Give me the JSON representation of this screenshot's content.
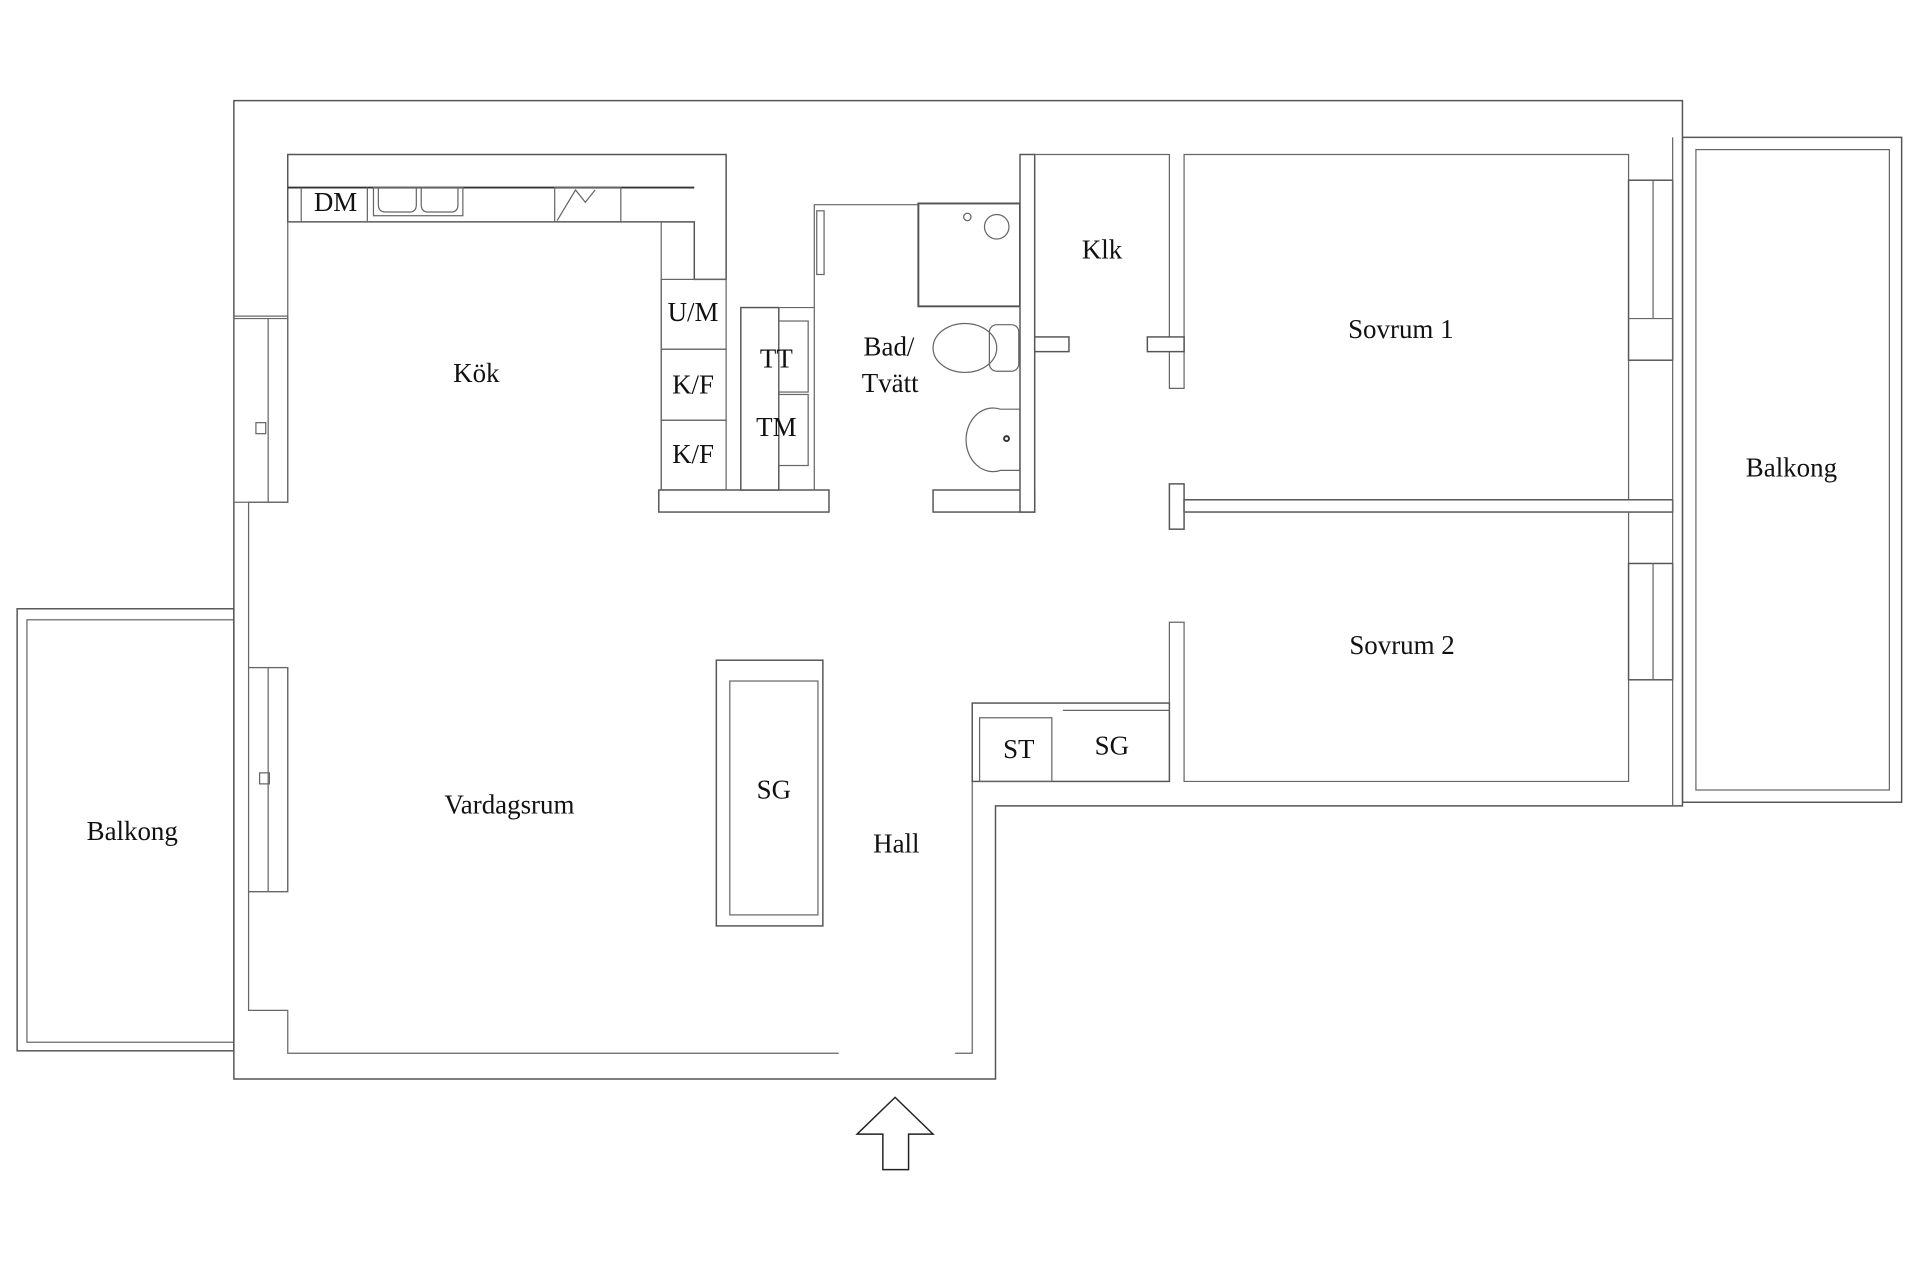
{
  "rooms": {
    "kok": "Kök",
    "bad": "Bad/",
    "tvatt": "Tvätt",
    "klk": "Klk",
    "sovrum1": "Sovrum 1",
    "sovrum2": "Sovrum 2",
    "vardagsrum": "Vardagsrum",
    "hall": "Hall",
    "balkong_left": "Balkong",
    "balkong_right": "Balkong"
  },
  "fixtures": {
    "dm": "DM",
    "um": "U/M",
    "kf1": "K/F",
    "kf2": "K/F",
    "tt": "TT",
    "tm": "TM",
    "sg_living": "SG",
    "st": "ST",
    "sg_hall": "SG"
  },
  "icons": {
    "entrance": "entrance-arrow-icon"
  }
}
